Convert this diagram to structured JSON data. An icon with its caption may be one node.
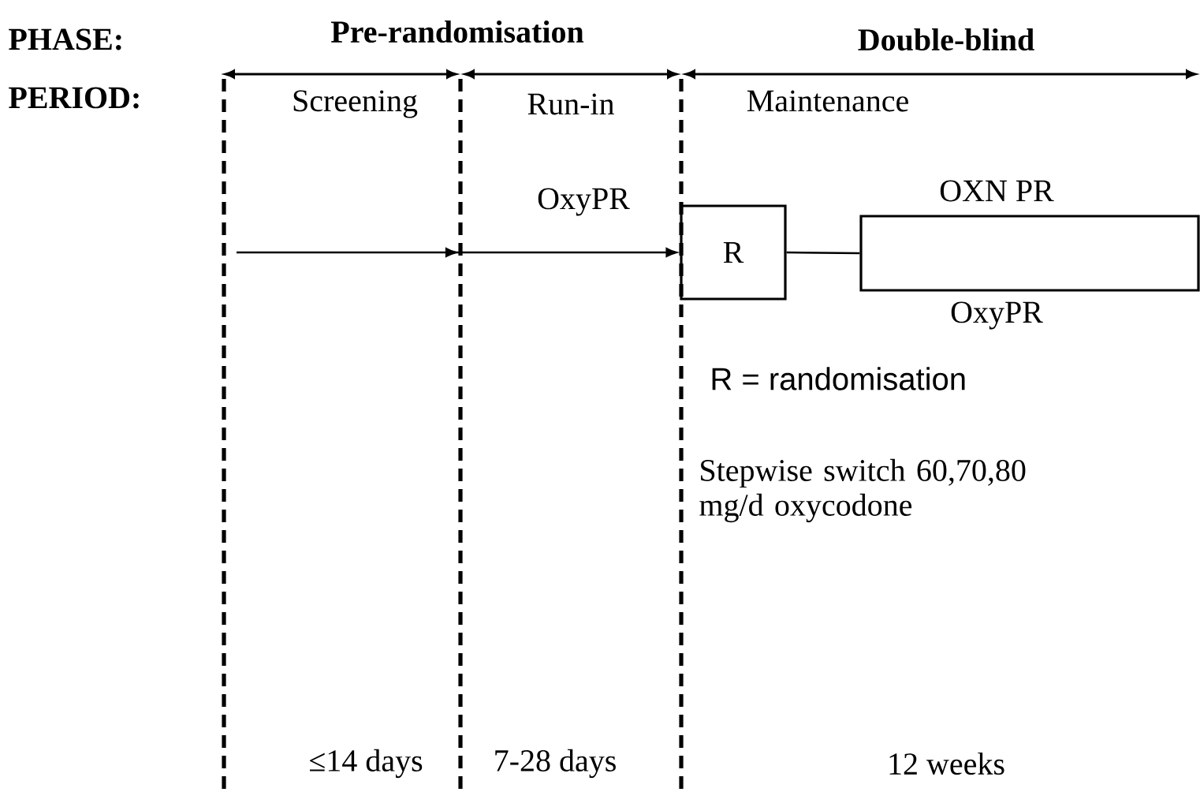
{
  "diagram": {
    "nodes": [
      {
        "text": [
          "R"
        ]
      },
      {
        "text": [],
        "shape": "box",
        "beside": [
          "OXN PR",
          "OxyPR"
        ]
      }
    ],
    "edges": [
      {
        "from": null,
        "to": 0,
        "arrow": "to",
        "label": "OxyPR"
      },
      {
        "from": 0,
        "to": 1,
        "arrow": "none"
      }
    ],
    "labels": [
      "PHASE:",
      "Pre-randomisation",
      "Double-blind",
      "PERIOD:",
      "Screening",
      "Run-in",
      "Maintenance",
      "R = randomisation",
      "Stepwise switch 60,70,80 mg/d oxycodone",
      "≤14 days",
      "7-28 days",
      "12 weeks"
    ]
  }
}
